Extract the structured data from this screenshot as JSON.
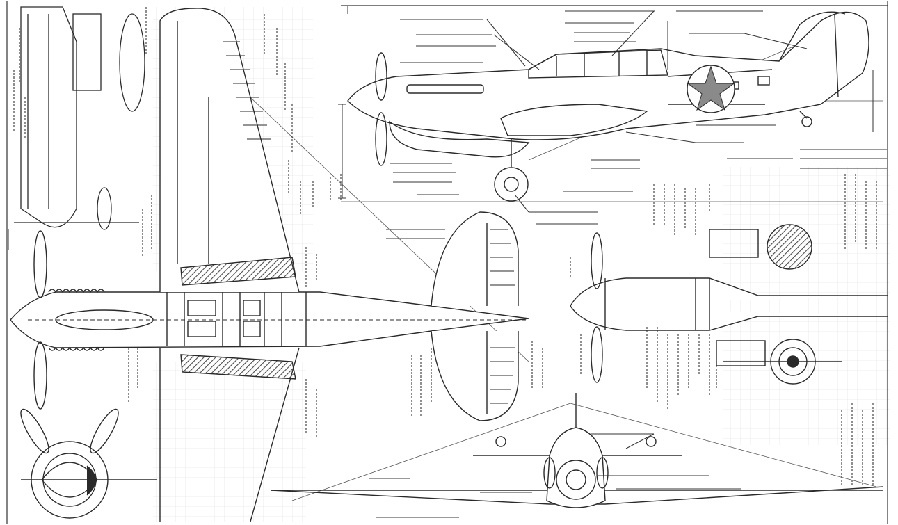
{
  "drawing": {
    "ink": "#2a2a2a",
    "paper": "#ffffff",
    "grid": "#c9c9c9",
    "hatch": "#5a5a5a",
    "insignia_fill": "#8a8a8a"
  },
  "views": {
    "side": "side-profile",
    "top": "plan-view",
    "front": "front-view",
    "bottom_front": "front-view-lower"
  },
  "callouts": [],
  "dimensions": []
}
